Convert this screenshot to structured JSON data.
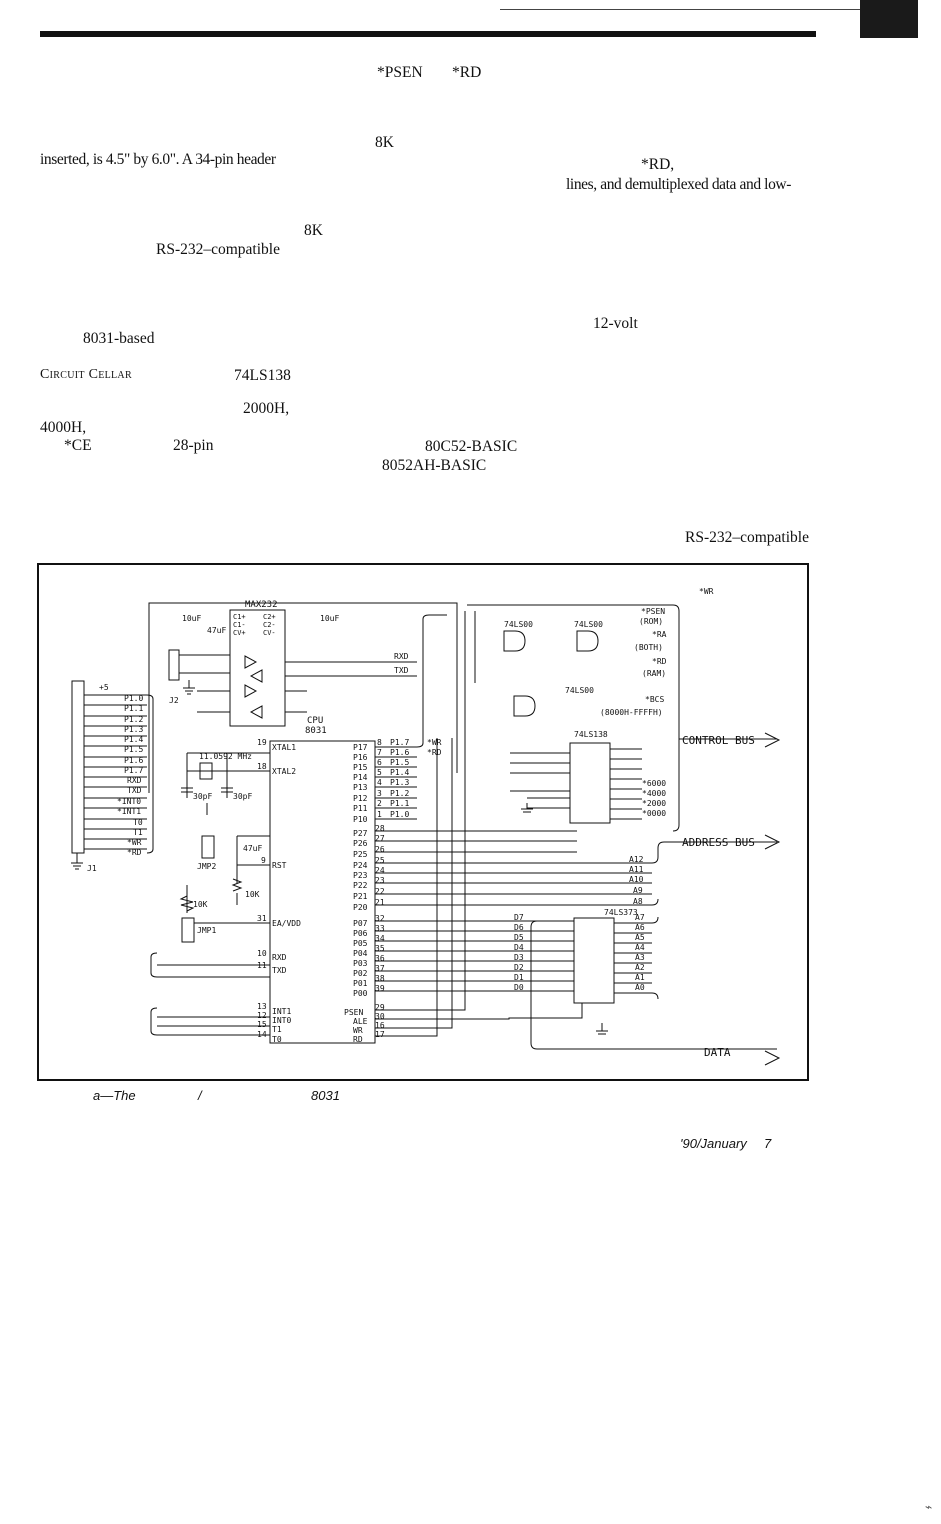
{
  "header": {
    "corner_block_color": "#1a1a1a"
  },
  "text_fragments": [
    {
      "id": "psen",
      "text": "*PSEN"
    },
    {
      "id": "rd1",
      "text": "*RD"
    },
    {
      "id": "eightk1",
      "text": "8K"
    },
    {
      "id": "inserted",
      "text": "inserted, is 4.5\" by 6.0\". A 34-pin header"
    },
    {
      "id": "rd2",
      "text": "*RD,"
    },
    {
      "id": "lines",
      "text": "lines, and demultiplexed data and low-"
    },
    {
      "id": "eightk2",
      "text": "8K"
    },
    {
      "id": "rs232a",
      "text": "RS-232–compatible"
    },
    {
      "id": "twelvevolt",
      "text": "12-volt"
    },
    {
      "id": "based8031",
      "text": "8031-based"
    },
    {
      "id": "circuitcellar",
      "text": "Circuit Cellar"
    },
    {
      "id": "ls138",
      "text": "74LS138"
    },
    {
      "id": "h2000",
      "text": "2000H,"
    },
    {
      "id": "h4000",
      "text": "4000H,"
    },
    {
      "id": "ce",
      "text": "*CE"
    },
    {
      "id": "pin28",
      "text": "28-pin"
    },
    {
      "id": "basic80c52",
      "text": "80C52-BASIC"
    },
    {
      "id": "basic8052",
      "text": "8052AH-BASIC"
    },
    {
      "id": "rs232b",
      "text": "RS-232–compatible"
    }
  ],
  "caption": {
    "a": "a—The",
    "slash": "/",
    "num": "8031"
  },
  "footer": {
    "date": "'90/January",
    "page": "7"
  },
  "schematic": {
    "max232": "MAX232",
    "cpu": "CPU",
    "cpu_part": "8031",
    "crystal": "11.0592 MHz",
    "cap30a": "30pF",
    "cap30b": "30pF",
    "cap47": "47uF",
    "cap47b": "47uF",
    "cap10a": "10uF",
    "cap10b": "10uF",
    "res10k_a": "10K",
    "res10k_b": "10K",
    "jmp1": "JMP1",
    "jmp2": "JMP2",
    "j1": "J1",
    "j2": "J2",
    "plus5": "+5",
    "j1_pins": [
      "P1.0",
      "P1.1",
      "P1.2",
      "P1.3",
      "P1.4",
      "P1.5",
      "P1.6",
      "P1.7",
      "RXD",
      "TXD",
      "*INT0",
      "*INT1",
      "T0",
      "T1",
      "*WR",
      "*RD"
    ],
    "cpu_left": [
      {
        "num": "19",
        "name": "XTAL1"
      },
      {
        "num": "18",
        "name": "XTAL2"
      },
      {
        "num": "9",
        "name": "RST"
      },
      {
        "num": "31",
        "name": "EA/VDD"
      },
      {
        "num": "10",
        "name": "RXD"
      },
      {
        "num": "11",
        "name": "TXD"
      },
      {
        "num": "13",
        "name": "INT1"
      },
      {
        "num": "12",
        "name": "INT0"
      },
      {
        "num": "15",
        "name": "T1"
      },
      {
        "num": "14",
        "name": "T0"
      }
    ],
    "cpu_p1": [
      {
        "name": "P17",
        "num": "8",
        "net": "P1.7"
      },
      {
        "name": "P16",
        "num": "7",
        "net": "P1.6"
      },
      {
        "name": "P15",
        "num": "6",
        "net": "P1.5"
      },
      {
        "name": "P14",
        "num": "5",
        "net": "P1.4"
      },
      {
        "name": "P13",
        "num": "4",
        "net": "P1.3"
      },
      {
        "name": "P12",
        "num": "3",
        "net": "P1.2"
      },
      {
        "name": "P11",
        "num": "2",
        "net": "P1.1"
      },
      {
        "name": "P10",
        "num": "1",
        "net": "P1.0"
      }
    ],
    "cpu_p2": [
      {
        "name": "P27",
        "num": "28"
      },
      {
        "name": "P26",
        "num": "27"
      },
      {
        "name": "P25",
        "num": "26"
      },
      {
        "name": "P24",
        "num": "25"
      },
      {
        "name": "P23",
        "num": "24"
      },
      {
        "name": "P22",
        "num": "23"
      },
      {
        "name": "P21",
        "num": "22"
      },
      {
        "name": "P20",
        "num": "21"
      }
    ],
    "cpu_p0": [
      {
        "name": "P07",
        "num": "32"
      },
      {
        "name": "P06",
        "num": "33"
      },
      {
        "name": "P05",
        "num": "34"
      },
      {
        "name": "P04",
        "num": "35"
      },
      {
        "name": "P03",
        "num": "36"
      },
      {
        "name": "P02",
        "num": "37"
      },
      {
        "name": "P01",
        "num": "38"
      },
      {
        "name": "P00",
        "num": "39"
      }
    ],
    "cpu_ctrl": [
      {
        "name": "PSEN",
        "num": "29"
      },
      {
        "name": "ALE",
        "num": "30"
      },
      {
        "name": "WR",
        "num": "16"
      },
      {
        "name": "RD",
        "num": "17"
      }
    ],
    "p3_labels": [
      "*WR",
      "*RD"
    ],
    "ls00_1": "74LS00",
    "ls00_2": "74LS00",
    "ls00_3": "74LS00",
    "ls138": "74LS138",
    "ls373": "74LS373",
    "bus_ctrl": "CONTROL BUS",
    "bus_addr": "ADDRESS BUS",
    "bus_data": "DATA",
    "ctrl_signals": [
      "*WR",
      "*PSEN",
      "(ROM)",
      "*RA",
      "(BOTH)",
      "*RD",
      "(RAM)",
      "*BCS",
      "(8000H-FFFFH)"
    ],
    "decode_outputs": [
      "*6000",
      "*4000",
      "*2000",
      "*0000"
    ],
    "addr_high": [
      "A12",
      "A11",
      "A10",
      "A9",
      "A8"
    ],
    "latch_data": [
      "D7",
      "D6",
      "D5",
      "D4",
      "D3",
      "D2",
      "D1",
      "D0"
    ],
    "latch_addr": [
      "A7",
      "A6",
      "A5",
      "A4",
      "A3",
      "A2",
      "A1",
      "A0"
    ],
    "max_pins": [
      "C1+",
      "C1-",
      "CV+",
      "C2+",
      "C2-",
      "CV-"
    ],
    "max_nets": [
      "RXD",
      "TXD"
    ]
  }
}
